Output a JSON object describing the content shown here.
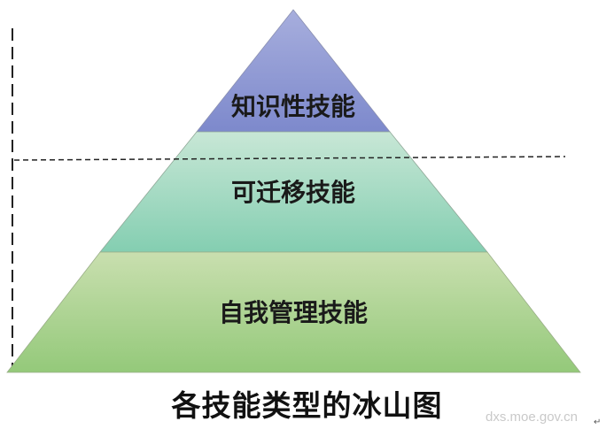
{
  "diagram": {
    "type": "iceberg-pyramid",
    "tiers": [
      {
        "label": "知识性技能",
        "color_top": "#a7aedd",
        "color_bottom": "#7d89cc"
      },
      {
        "label": "可迁移技能",
        "color_top": "#c8e7d6",
        "color_bottom": "#84ceb1"
      },
      {
        "label": "自我管理技能",
        "color_top": "#c9dfaf",
        "color_bottom": "#94c97a"
      }
    ],
    "caption": "各技能类型的冰山图",
    "watermark": "dxs.moe.gov.cn",
    "paragraph_mark": "↵"
  }
}
